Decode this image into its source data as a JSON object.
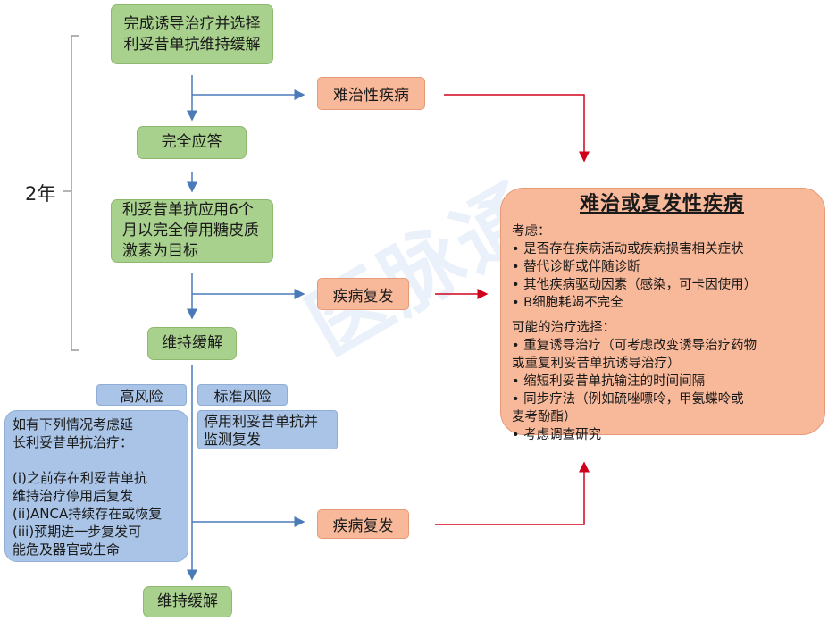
{
  "start_box": [
    "完成诱导治疗并选择",
    "利妥昔单抗维持缓解"
  ],
  "refractory_box": "难治性疾病",
  "complete_response": "完全应答",
  "rtx_goal_box": [
    "利妥昔单抗应用6个",
    "月以完全停用糖皮质",
    "激素为目标"
  ],
  "relapse_1": "疾病复发",
  "maintenance_1": "维持缓解",
  "two_years": "2年",
  "high_risk": "高风险",
  "standard_risk": "标准风险",
  "stop_rtx_box": [
    "停用利妥昔单抗并",
    "监测复发"
  ],
  "extend_box": {
    "intro": [
      "如有下列情况考虑延",
      "长利妥昔单抗治疗："
    ],
    "items": [
      "(i)之前存在利妥昔单抗",
      "维持治疗停用后复发",
      "(ii)ANCA持续存在或恢复",
      "(iii)预期进一步复发可",
      "能危及器官或生命"
    ]
  },
  "relapse_2": "疾病复发",
  "maintenance_2": "维持缓解",
  "big_box": {
    "title": "难治或复发性疾病",
    "consider_label": "考虑：",
    "consider_items": [
      "• 是否存在疾病活动或疾病损害相关症状",
      "• 替代诊断或伴随诊断",
      "• 其他疾病驱动因素（感染，可卡因使用）",
      "• B细胞耗竭不完全"
    ],
    "treatment_label": "可能的治疗选择：",
    "treatment_items": [
      "• 重复诱导治疗（可考虑改变诱导治疗药物",
      "   或重复利妥昔单抗诱导治疗）",
      "• 缩短利妥昔单抗输注的时间间隔",
      "• 同步疗法（例如硫唑嘌呤，甲氨蝶呤或",
      "   麦考酚酯）",
      "• 考虑调查研究"
    ]
  },
  "watermark": "医脉通"
}
